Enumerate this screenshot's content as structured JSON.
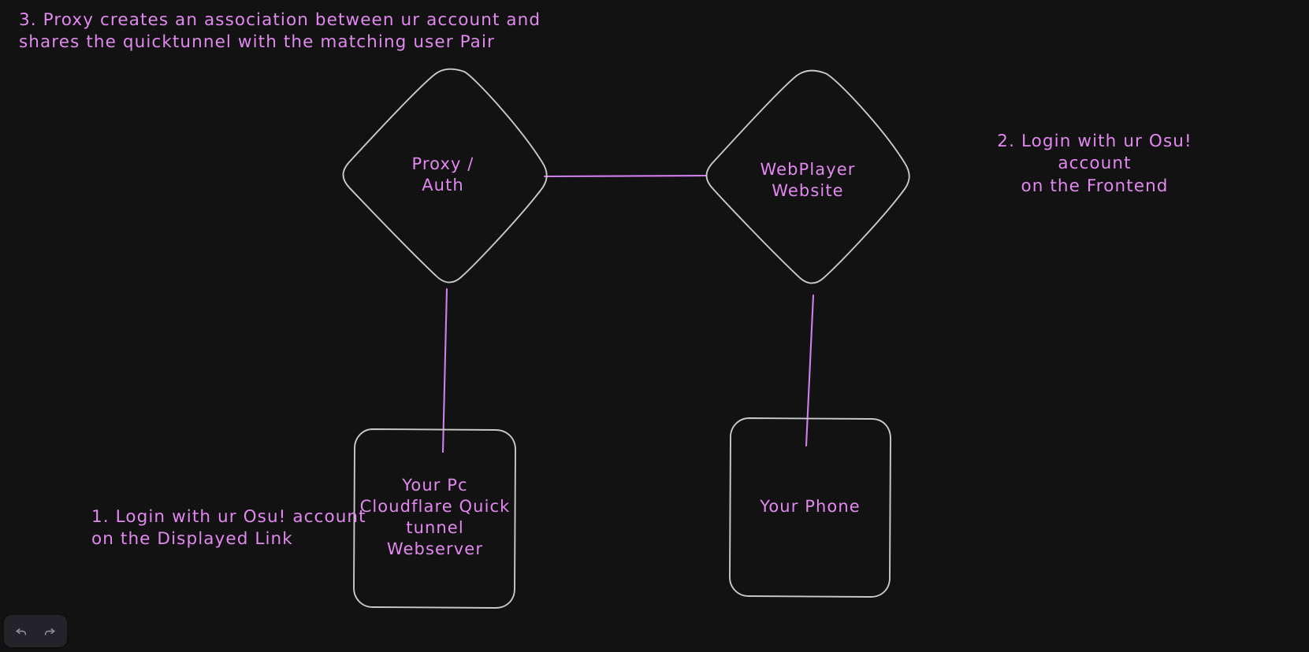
{
  "app": {
    "background_color": "#121212",
    "shape_stroke_color": "#c9c9c9",
    "connector_color": "#cf7fec",
    "text_color": "#e288f0"
  },
  "nodes": [
    {
      "id": "proxy-auth",
      "shape": "diamond",
      "label": "Proxy /\nAuth"
    },
    {
      "id": "webplayer-website",
      "shape": "diamond",
      "label": "WebPlayer\nWebsite"
    },
    {
      "id": "your-pc",
      "shape": "rounded-rectangle",
      "label": "Your Pc\nCloudflare Quick\ntunnel\nWebserver"
    },
    {
      "id": "your-phone",
      "shape": "rounded-rectangle",
      "label": "Your Phone"
    }
  ],
  "notes": [
    {
      "id": "note-1",
      "text": "1. Login with ur Osu! account\non the Displayed Link"
    },
    {
      "id": "note-2",
      "text": "2. Login with ur Osu! account\non the Frontend"
    },
    {
      "id": "note-3",
      "text": "3. Proxy creates an association between ur account and\nshares the quicktunnel with the matching user Pair"
    }
  ],
  "connectors": [
    {
      "id": "proxy-to-webplayer",
      "from": "proxy-auth",
      "to": "webplayer-website"
    },
    {
      "id": "proxy-to-your-pc",
      "from": "proxy-auth",
      "to": "your-pc"
    },
    {
      "id": "webplayer-to-your-phone",
      "from": "webplayer-website",
      "to": "your-phone"
    }
  ],
  "toolbar": {
    "undo_label": "Undo",
    "redo_label": "Redo",
    "undo_icon": "undo-arrow-icon",
    "redo_icon": "redo-arrow-icon"
  }
}
